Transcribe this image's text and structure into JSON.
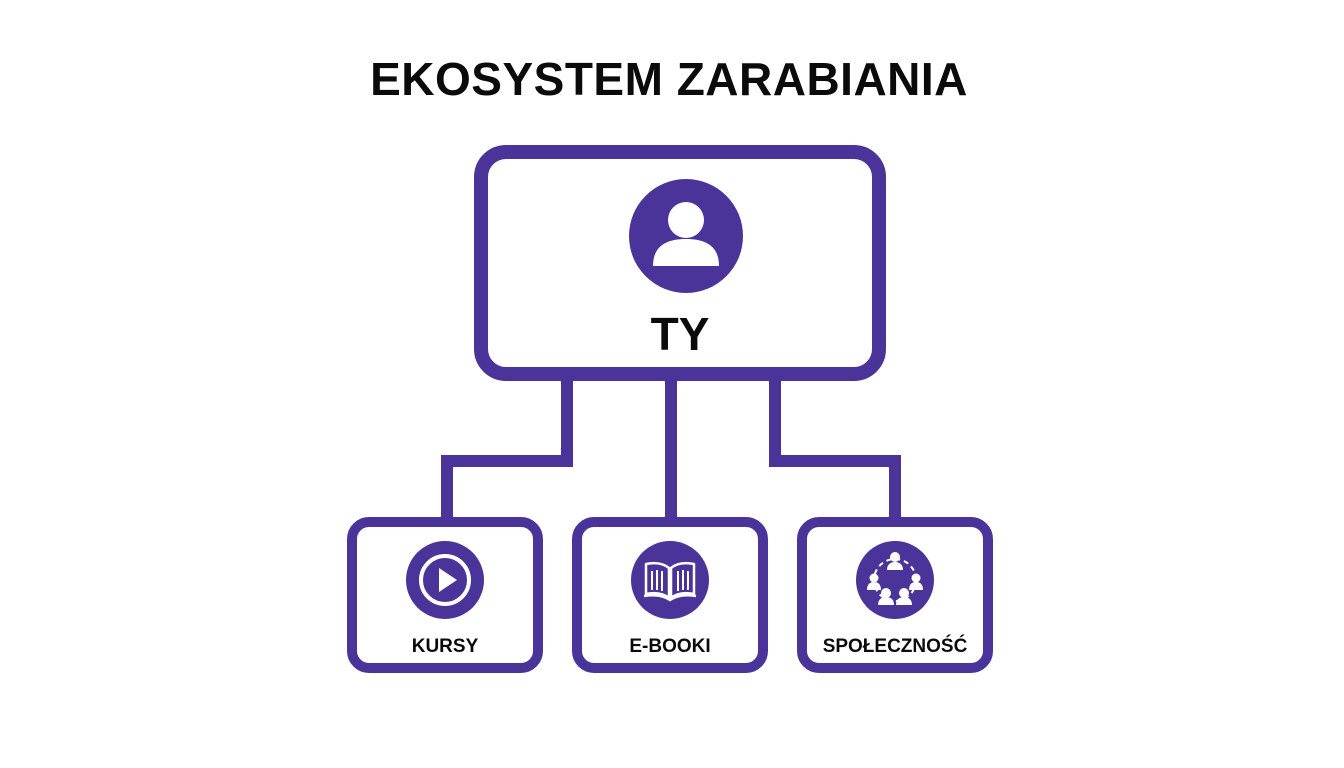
{
  "title": "EKOSYSTEM ZARABIANIA",
  "root": {
    "label": "TY",
    "icon": "user-icon"
  },
  "children": [
    {
      "label": "KURSY",
      "icon": "play-icon"
    },
    {
      "label": "E-BOOKI",
      "icon": "book-icon"
    },
    {
      "label": "SPOŁECZNOŚĆ",
      "icon": "community-icon"
    }
  ],
  "colors": {
    "accent": "#4a3399",
    "text": "#0b0b0b",
    "background": "#ffffff"
  }
}
